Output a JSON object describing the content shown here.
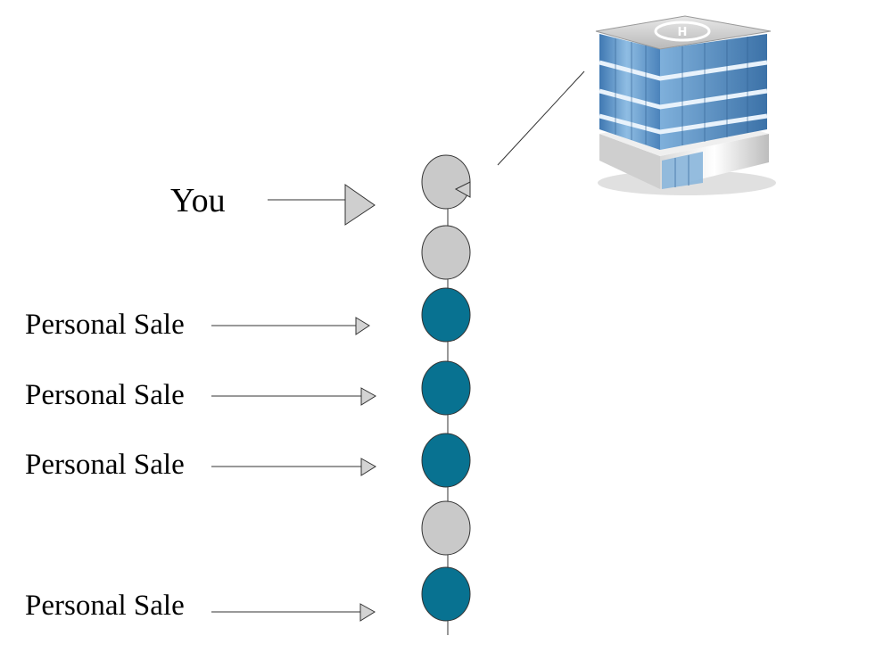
{
  "diagram": {
    "you_label": "You",
    "node_count": 7,
    "nodes": [
      {
        "status": "inactive"
      },
      {
        "status": "inactive"
      },
      {
        "status": "sale"
      },
      {
        "status": "sale"
      },
      {
        "status": "sale"
      },
      {
        "status": "inactive"
      },
      {
        "status": "sale"
      }
    ],
    "sale_labels": [
      "Personal Sale",
      "Personal Sale",
      "Personal Sale",
      "Personal Sale"
    ],
    "colors": {
      "inactive_node": "#c9c9c9",
      "sale_node": "#087291",
      "arrowhead": "#d3d3d3",
      "building_glass": "#6aa2d0"
    },
    "icons": {
      "company": "office-building-icon"
    }
  }
}
